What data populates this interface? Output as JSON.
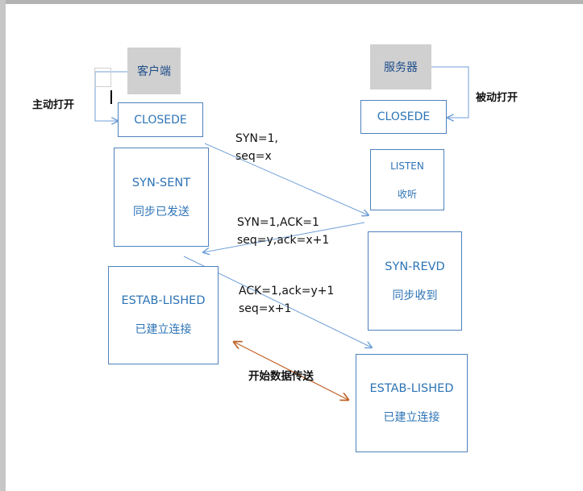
{
  "actors": {
    "client": "客户端",
    "server": "服务器"
  },
  "side_labels": {
    "active_open": "主动打开",
    "passive_open": "被动打开"
  },
  "client_states": {
    "closed": "CLOSEDE",
    "syn_sent": {
      "name": "SYN-SENT",
      "desc": "同步已发送"
    },
    "established": {
      "name": "ESTAB-LISHED",
      "desc": "已建立连接"
    }
  },
  "server_states": {
    "closed": "CLOSEDE",
    "listen": {
      "name": "LISTEN",
      "desc": "收听"
    },
    "syn_rcvd": {
      "name": "SYN-REVD",
      "desc": "同步收到"
    },
    "established": {
      "name": "ESTAB-LISHED",
      "desc": "已建立连接"
    }
  },
  "messages": {
    "syn": [
      "SYN=1,",
      "seq=x"
    ],
    "syn_ack": [
      "SYN=1,ACK=1",
      "seq=y,ack=x+1"
    ],
    "ack": [
      "ACK=1,ack=y+1",
      "seq=x+1"
    ]
  },
  "data_transfer": "开始数据传送",
  "colors": {
    "box_border": "#4f81bd",
    "box_text": "#2e74b5",
    "arrow_blue": "#6f9fd8",
    "arrow_orange": "#c0642a",
    "actor_fill": "#d0d0d0"
  }
}
